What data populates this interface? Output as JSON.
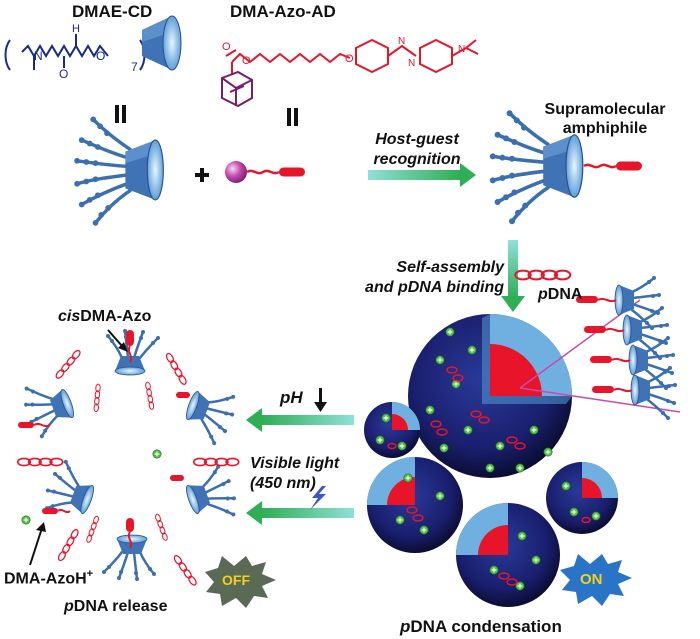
{
  "labels": {
    "dmae_cd": "DMAE-CD",
    "dma_azo_ad": "DMA-Azo-AD",
    "repeat_subscript": "7",
    "supramolecular_line1": "Supramolecular",
    "supramolecular_line2": "amphiphile",
    "host_guest_line1": "Host-guest",
    "host_guest_line2": "recognition",
    "self_assembly_line1": "Self-assembly",
    "self_assembly_line2_prefix": "and ",
    "self_assembly_line2_p": "p",
    "self_assembly_line2_suffix": "DNA binding",
    "pdna_p": "p",
    "pdna_rest": "DNA",
    "cis_prefix": "cis",
    "cis_rest": "DMA-Azo",
    "ph": "pH",
    "visible_line1": "Visible light",
    "visible_line2": "(450 nm)",
    "azoh": "DMA-AzoH",
    "azoh_sup": "+",
    "release_p": "p",
    "release_rest": "DNA release",
    "condensation_p": "p",
    "condensation_rest": "DNA condensation",
    "off": "OFF",
    "on": "ON"
  },
  "colors": {
    "cd_blue": "#4a78b8",
    "cd_dark": "#2c4f8c",
    "azo_red": "#e8152a",
    "adamantane_pink": "#c64ab0",
    "arrow_green": "#3cb06a",
    "arrow_teal": "#7fd7d0",
    "sphere_core": "#1a1f6e",
    "sphere_shell": "#6fb0e0",
    "plus_green": "#4fbf3f",
    "off_burst": "#5a6a55",
    "off_text": "#f2d21a",
    "on_burst": "#2a74c8",
    "on_text": "#f2d21a"
  },
  "icons": [
    "cyclodextrin-icon",
    "adamantane-ball-icon",
    "plus-icon",
    "down-arrow-icon",
    "lightning-icon",
    "dna-chain-icon",
    "starburst-icon"
  ]
}
